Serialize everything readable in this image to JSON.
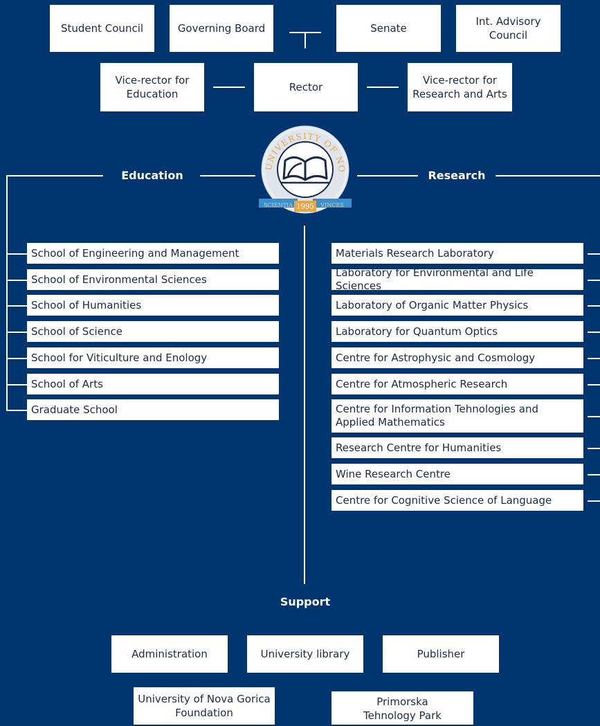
{
  "top_row": {
    "student_council": "Student Council",
    "governing_board": "Governing Board",
    "senate": "Senate",
    "advisory_council": "Int. Advisory Council"
  },
  "second_row": {
    "vice_rector_education": "Vice-rector for Education",
    "rector": "Rector",
    "vice_rector_research": "Vice-rector for Research and Arts"
  },
  "logo": {
    "top_text": "UNIVERSITY OF NOVA GORICA",
    "left_ribbon": "SCIENTIA",
    "right_ribbon": "VINCES",
    "year": "1995"
  },
  "education": {
    "label": "Education",
    "items": [
      "School of Engineering and Management",
      "School of Environmental Sciences",
      "School of Humanities",
      "School of Science",
      "School for Viticulture and Enology",
      "School of Arts",
      "Graduate School"
    ]
  },
  "research": {
    "label": "Research",
    "items": [
      "Materials Research Laboratory",
      "Laboratory for Environmental and Life Sciences",
      "Laboratory of Organic Matter Physics",
      "Laboratory for Quantum Optics",
      "Centre for Astrophysic and Cosmology",
      "Centre for Atmospheric Research",
      "Centre for Information Tehnologies and Applied Mathematics",
      "Research Centre for Humanities",
      "Wine Research Centre",
      "Centre for Cognitive Science of Language"
    ]
  },
  "support": {
    "label": "Support",
    "administration": "Administration",
    "library": "University library",
    "publisher": "Publisher",
    "foundation": "University of Nova Gorica Foundation",
    "tech_park": "Primorska Tehnology Park"
  },
  "colors": {
    "background": "#003570",
    "box": "#ffffff",
    "text": "#1a2a4a",
    "logo_gold": "#e8a64a",
    "ribbon": "#3a8fd0"
  }
}
